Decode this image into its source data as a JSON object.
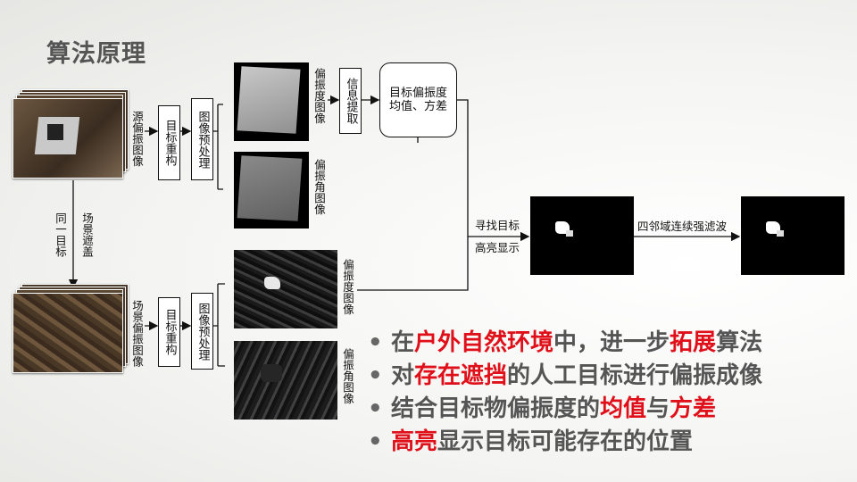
{
  "title": "算法原理",
  "labels": {
    "source_image": "源偏振图像",
    "scene_image": "场景偏振图像",
    "same_target": "同一目标",
    "scene_occlusion": "场景遮盖",
    "dop_image_1": "偏振度图像",
    "aop_image_1": "偏振角图像",
    "dop_image_2": "偏振度图像",
    "aop_image_2": "偏振角图像",
    "find_target": "寻找目标",
    "highlight": "高亮显示",
    "filter": "四邻域连续强滤波"
  },
  "boxes": {
    "reconstruct_1": "目标重构",
    "preprocess_1": "图像预处理",
    "reconstruct_2": "目标重构",
    "preprocess_2": "图像预处理",
    "info_extract": "信息提取",
    "stats": "目标偏振度均值、方差"
  },
  "bullets": [
    [
      {
        "t": "在",
        "r": false
      },
      {
        "t": "户外自然环境",
        "r": true
      },
      {
        "t": "中，进一步",
        "r": false
      },
      {
        "t": "拓展",
        "r": true
      },
      {
        "t": "算法",
        "r": false
      }
    ],
    [
      {
        "t": "对",
        "r": false
      },
      {
        "t": "存在遮挡",
        "r": true
      },
      {
        "t": "的人工目标进行偏振成像",
        "r": false
      }
    ],
    [
      {
        "t": "结合目标物偏振度的",
        "r": false
      },
      {
        "t": "均值",
        "r": true
      },
      {
        "t": "与",
        "r": false
      },
      {
        "t": "方差",
        "r": true
      }
    ],
    [
      {
        "t": "高亮",
        "r": true
      },
      {
        "t": "显示目标可能存在的位置",
        "r": false
      }
    ]
  ],
  "colors": {
    "highlight": "#e0101a",
    "text_gray": "#555555"
  }
}
